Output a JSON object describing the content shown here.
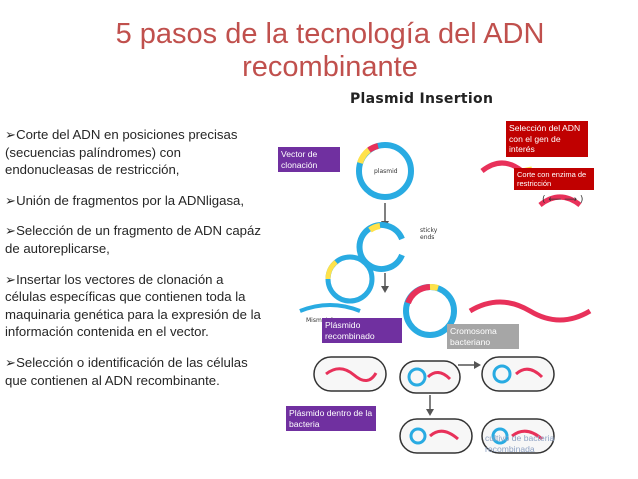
{
  "slide": {
    "title_line1": "5 pasos de la tecnología del ADN",
    "title_line2": "recombinante"
  },
  "bullets": [
    "Corte del  ADN en posiciones precisas  (secuencias palíndromes) con endonucleasas de restricción,",
    "Unión de fragmentos por la ADNligasa,",
    "Selección de un fragmento de ADN capáz de autoreplicarse,",
    "Insertar los vectores de clonación a células específicas que contienen toda la maquinaria genética para la expresión de la información contenida en el vector.",
    "Selección  o identificación de las células que contienen al ADN recombinante."
  ],
  "bullet_marker": "Ø",
  "figure": {
    "title": "Plasmid Insertion",
    "labels": {
      "vector": "Vector de clonación",
      "seleccion": "Selección del ADN con el gen de interés",
      "corte": "Corte con enzima de restricción",
      "plasmido_recombinado": "Plásmido recombinado",
      "cromosoma": "Cromosoma bacteriano",
      "plasmido_dentro": "Plásmido dentro de la bacteria",
      "cultivo": "cultivo de bacteria recombinada"
    },
    "diagram_text": {
      "plasmid": "plasmid",
      "sticky_ends": "sticky ends",
      "mismatch": "Mismatch",
      "scissors": "(  ⟵  ⟶  )"
    }
  },
  "colors": {
    "title": "#c0504d",
    "label_purple": "#7030a0",
    "label_crimson": "#c00000",
    "label_gray": "#a6a6a6",
    "plasmid_blue": "#29abe2",
    "insert_red": "#e8315a",
    "insert_yellow": "#ffe24a"
  }
}
